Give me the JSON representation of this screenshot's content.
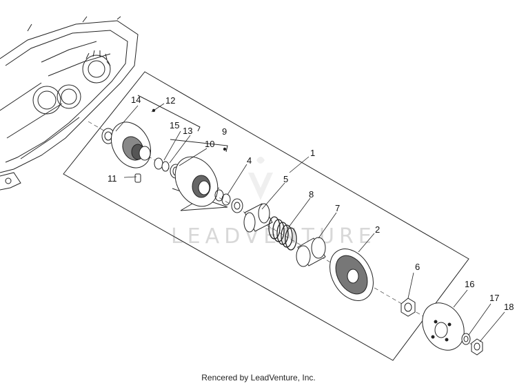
{
  "watermark": "LEADVENTURE",
  "credit": "Rencered by LeadVenture, Inc.",
  "callouts": [
    "1",
    "2",
    "4",
    "5",
    "6",
    "7",
    "8",
    "9",
    "10",
    "11",
    "12",
    "13",
    "14",
    "15",
    "16",
    "17",
    "18"
  ]
}
